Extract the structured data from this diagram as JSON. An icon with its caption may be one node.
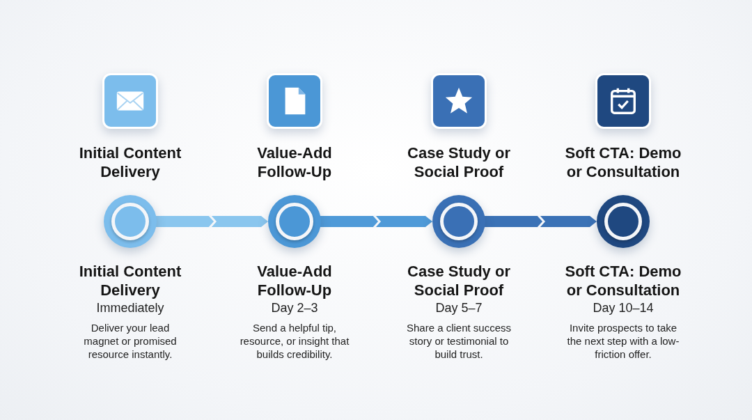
{
  "diagram": {
    "nodes": [
      {
        "text": [],
        "shape": "circle",
        "beside": [
          "Initial Content Delivery",
          "Initial Content Delivery",
          "Immediately",
          "Deliver your lead magnet or promised resource instantly."
        ]
      },
      {
        "text": [],
        "shape": "circle",
        "beside": [
          "Value-Add Follow-Up",
          "Value-Add Follow-Up",
          "Day 2–3",
          "Send a helpful tip, resource, or insight that builds credibility."
        ]
      },
      {
        "text": [],
        "shape": "circle",
        "beside": [
          "Case Study or Social Proof",
          "Case Study or Social Proof",
          "Day 5–7",
          "Share a client success story or testimonial to build trust."
        ]
      },
      {
        "text": [],
        "shape": "circle",
        "beside": [
          "Soft CTA: Demo or Consultation",
          "Soft CTA: Demo or Consultation",
          "Day 10–14",
          "Invite prospects to take the next step with a low-friction offer."
        ]
      }
    ],
    "edges": [
      {
        "from": 0,
        "to": 1,
        "arrow": "to"
      },
      {
        "from": 1,
        "to": 2,
        "arrow": "to"
      },
      {
        "from": 2,
        "to": 3,
        "arrow": "to"
      }
    ]
  }
}
